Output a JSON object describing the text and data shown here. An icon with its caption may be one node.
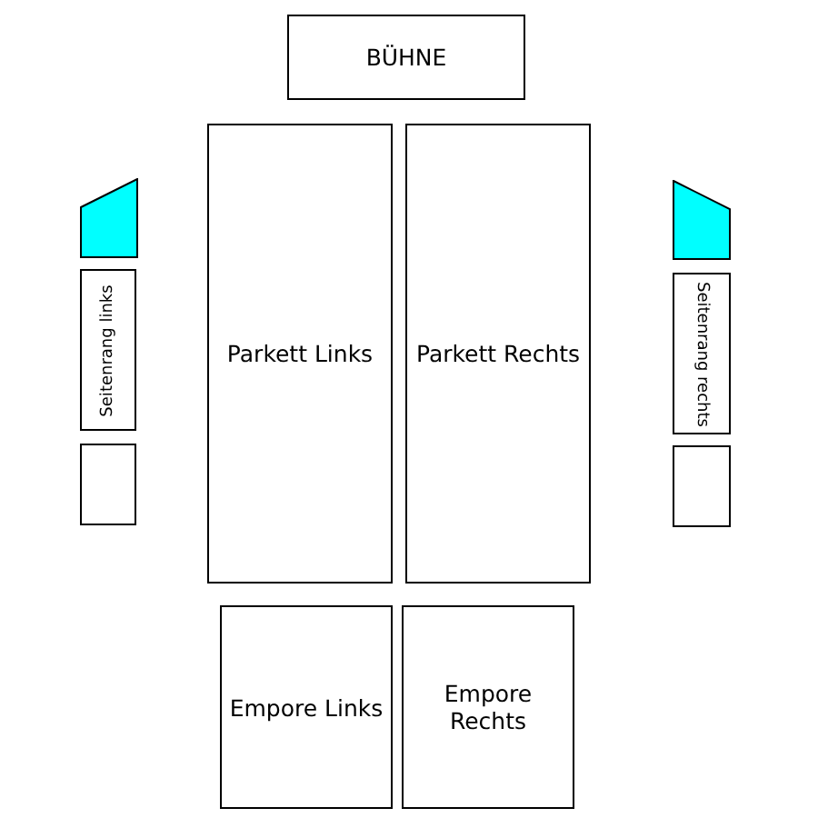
{
  "diagram": {
    "nodes": [
      {
        "text": [
          "BÜHNE"
        ]
      },
      {
        "text": [],
        "shape": "box"
      },
      {
        "text": [],
        "shape": "box"
      },
      {
        "text": [
          "Seitenrang links"
        ]
      },
      {
        "text": [
          "Parkett Links"
        ]
      },
      {
        "text": [
          "Parkett Rechts"
        ]
      },
      {
        "text": [
          "Seitenrang rechts"
        ]
      },
      {
        "text": [],
        "shape": "box"
      },
      {
        "text": [],
        "shape": "box"
      },
      {
        "text": [
          "Empore Links"
        ]
      },
      {
        "text": [
          "Empore Rechts"
        ]
      }
    ],
    "edges": []
  }
}
